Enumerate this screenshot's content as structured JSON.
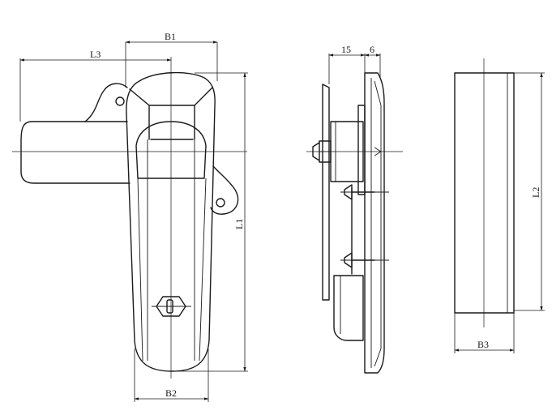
{
  "labels": {
    "B1": "B1",
    "L3": "L3",
    "L1": "L1",
    "B2": "B2",
    "dim_15": "15",
    "dim_6": "6",
    "L2": "L2",
    "B3": "B3"
  },
  "palette": {
    "line": "#1a1a1a",
    "background": "#ffffff"
  }
}
